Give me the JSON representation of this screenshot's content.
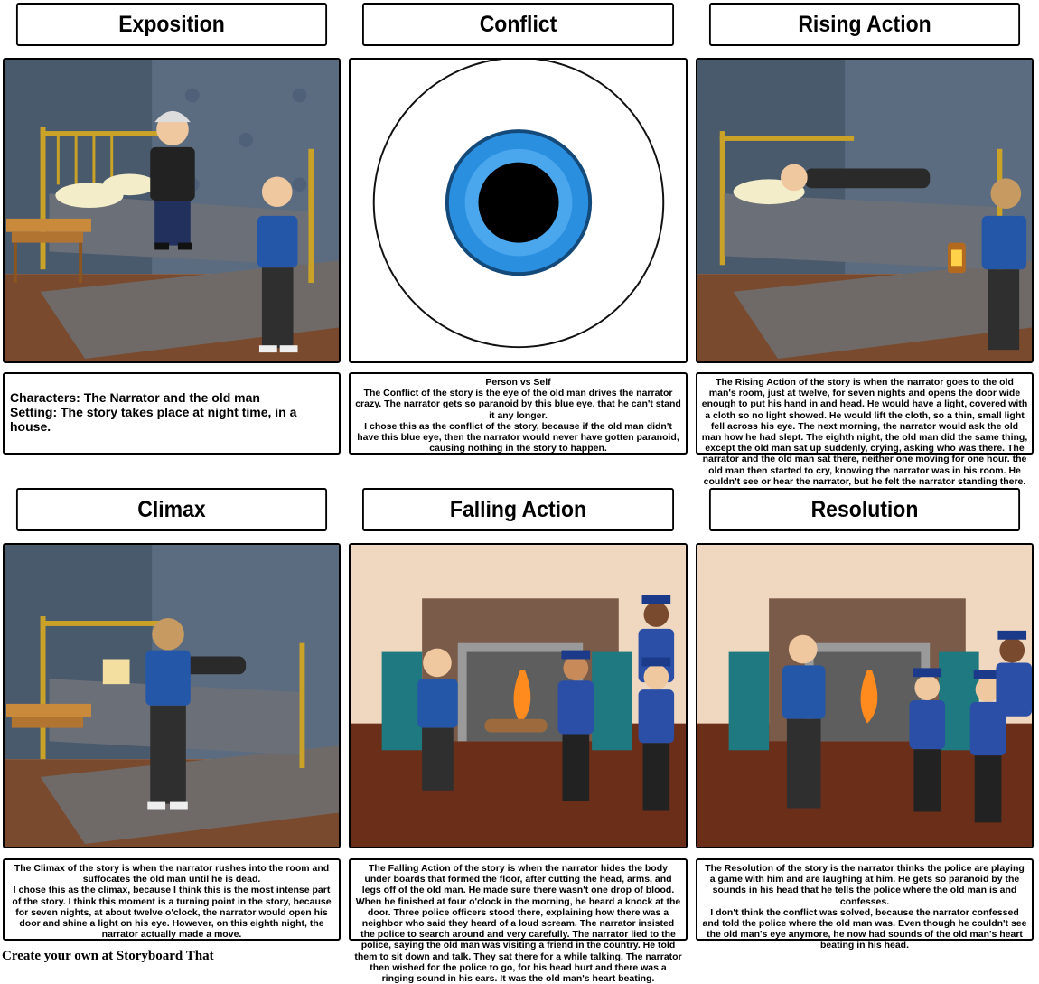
{
  "titles": {
    "exposition": "Exposition",
    "conflict": "Conflict",
    "rising": "Rising Action",
    "climax": "Climax",
    "falling": "Falling Action",
    "resolution": "Resolution"
  },
  "captions": {
    "exposition": "Characters: The Narrator and the old man\nSetting: The story takes place at night time, in a house.",
    "conflict": "Person vs Self\nThe Conflict of the story is the eye of the old man drives the narrator crazy. The narrator gets so paranoid by this blue eye, that he can't stand it any longer.\nI chose this as the conflict of the story, because if the old man didn't have this blue eye, then the narrator would never have gotten paranoid, causing nothing in the story to happen.",
    "rising": "The Rising Action of the story is when the narrator goes to the old man's room, just at twelve, for seven nights and opens the door wide enough to put his hand in and head. He would have a light, covered with a cloth so no light showed. He would lift the cloth, so a thin, small light fell across his eye. The next morning, the narrator would ask the old man how he had slept. The eighth night, the old man did the same thing, except the old man sat up suddenly, crying, asking who was there. The narrator and the old man sat there, neither one moving for one hour. the old man then started to cry, knowing the narrator was in his room. He couldn't see or hear the narrator, but he felt the narrator standing there. The old man's heart began to beat very loud, causing the narrator to become very angry.",
    "climax": "The Climax of the story is when the narrator rushes into the room and suffocates the old man until he is dead.\nI chose this as the climax, because I think this is the most intense part of the story. I think this moment is a turning point in the story, because for seven nights, at about twelve o'clock, the narrator would open his door and shine a light on his eye. However, on this eighth night, the narrator actually made a move.",
    "falling": "The Falling Action of the story is when the narrator hides the body under boards that formed the floor, after cutting the head, arms, and legs off of the old man. He made sure there wasn't one drop of blood. When he finished at four o'clock in the morning, he heard a knock at the door. Three police officers stood there, explaining how there was a neighbor who said they heard of a loud scream. The narrator insisted the police to search around and very carefully. The narrator lied to the police, saying the old man was visiting a friend in the country. He told them to sit down and talk. They sat there for a while talking. The narrator then wished for the police to go, for his head hurt and there was a ringing sound in his ears. It was the old man's heart beating.",
    "resolution": "The Resolution of the story is the narrator thinks the police are playing a game with him and are laughing at him. He gets so paranoid by the sounds in his head that he tells the police where the old man is and confesses.\nI don't think the conflict was solved, because the narrator confessed and told the police where the old man was. Even though he couldn't see the old man's eye anymore, he now had sounds of the old man's heart beating in his head."
  },
  "footer": "Create your own at Storyboard That",
  "colors": {
    "wall": "#5b6c80",
    "floor": "#7a4a2e",
    "iris": "#2b8fe0",
    "shirt": "#2457a8",
    "brass": "#c9a227",
    "room_wall": "#efd8bf"
  }
}
